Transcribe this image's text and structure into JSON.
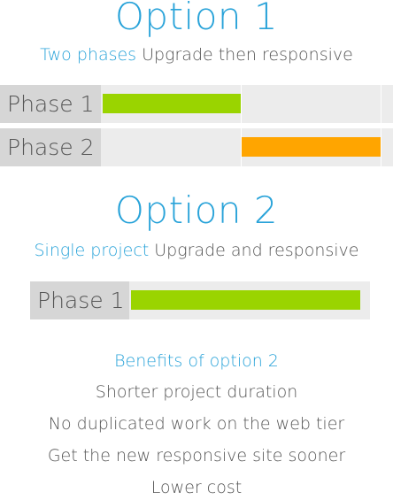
{
  "colors": {
    "accent": "#29a3d9",
    "text": "#555555",
    "label_bg": "#d6d6d6",
    "track_bg": "#ececec",
    "grid": "#ffffff",
    "bar_green": "#9ad400",
    "bar_orange": "#ffa500"
  },
  "option1": {
    "title": "Option 1",
    "subtitle_accent": "Two phases",
    "subtitle_rest": " Upgrade then responsive",
    "rows": [
      {
        "label": "Phase 1",
        "bar_color": "bar_green",
        "start": 0.0,
        "end": 0.5
      },
      {
        "label": "Phase 2",
        "bar_color": "bar_orange",
        "start": 0.5,
        "end": 1.0
      }
    ]
  },
  "option2": {
    "title": "Option 2",
    "subtitle_accent": "Single project",
    "subtitle_rest": " Upgrade and responsive",
    "rows": [
      {
        "label": "Phase 1",
        "bar_color": "bar_green",
        "start": 0.0,
        "end": 1.0
      }
    ]
  },
  "benefits": {
    "heading": "Benefits of option 2",
    "items": [
      "Shorter project duration",
      "No duplicated work on the web tier",
      "Get the new responsive site sooner",
      "Lower cost"
    ]
  }
}
